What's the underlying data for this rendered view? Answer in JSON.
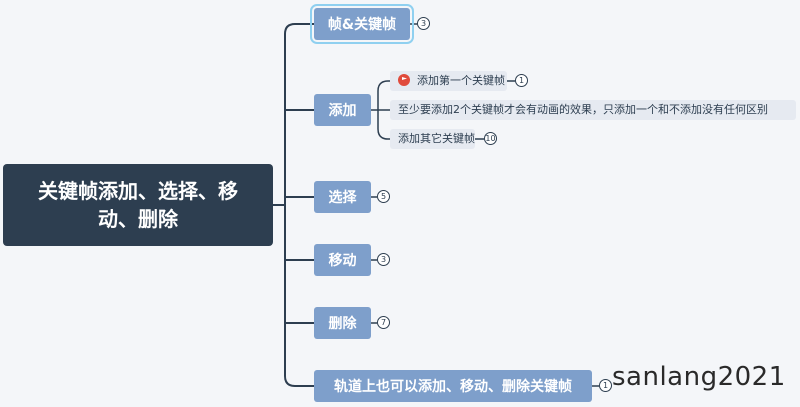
{
  "root": {
    "label": "关键帧添加、选择、移动、删除"
  },
  "nodes": {
    "frames": {
      "label": "帧&关键帧",
      "count": "3"
    },
    "add": {
      "label": "添加"
    },
    "select": {
      "label": "选择",
      "count": "5"
    },
    "move": {
      "label": "移动",
      "count": "3"
    },
    "delete": {
      "label": "删除",
      "count": "7"
    },
    "track": {
      "label": "轨道上也可以添加、移动、删除关键帧",
      "count": "1"
    }
  },
  "add_children": {
    "first": {
      "label": "添加第一个关键帧",
      "count": "1",
      "icon": "red-flag-icon"
    },
    "note": {
      "label": "至少要添加2个关键帧才会有动画的效果，只添加一个和不添加没有任何区别"
    },
    "others": {
      "label": "添加其它关键帧",
      "count": "10"
    }
  },
  "watermark": "sanlang2021",
  "colors": {
    "root_bg": "#2d3e50",
    "node_bg": "#7e9fcb",
    "leaf_bg": "#e6eaf1",
    "line": "#2d3e50",
    "flag": "#e04b3c",
    "selection": "#8fd0f0"
  }
}
